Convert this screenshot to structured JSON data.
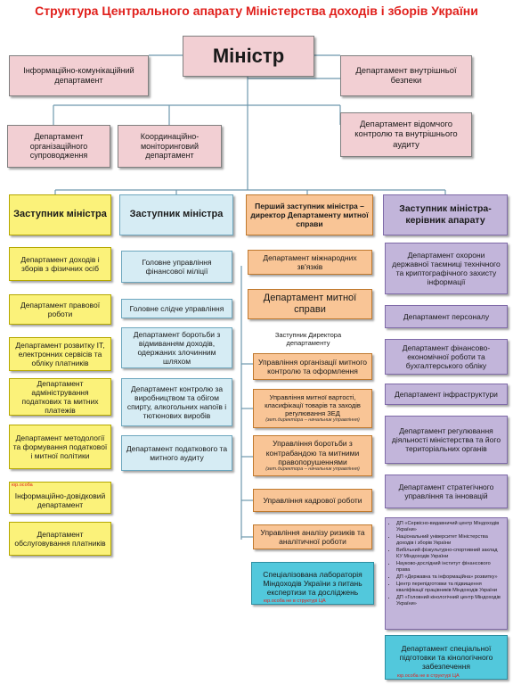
{
  "title": "Структура Центрального апарату Міністерства доходів і зборів України",
  "minister": "Міністр",
  "top_left": [
    "Інформаційно-комунікаційний департамент",
    "Департамент організаційного супроводження",
    "Координаційно-моніторинговий департамент"
  ],
  "top_right": [
    "Департамент внутрішньої безпеки",
    "Департамент відомчого контролю та внутрішнього аудиту"
  ],
  "col1": {
    "header": "Заступник міністра",
    "items": [
      "Департамент доходів і зборів з фізичних осіб",
      "Департамент правової роботи",
      "Департамент розвитку ІТ, електронних сервісів та обліку платників",
      "Департамент адміністрування податкових та митних платежів",
      "Департамент методології та формування податкової і митної політики",
      "Інформаційно-довідковий департамент",
      "Департамент обслуговування платників"
    ],
    "note": "юр.особа"
  },
  "col2": {
    "header": "Заступник міністра",
    "items": [
      "Головне управління фінансової міліції",
      "Головне слідче управління",
      "Департамент боротьби з відмиванням доходів, одержаних злочинним шляхом",
      "Департамент контролю за виробництвом та обігом спирту, алкогольних напоїв і тютюнових виробів",
      "Департамент податкового та митного аудиту"
    ]
  },
  "col3": {
    "header": "Перший заступник міністра – директор Департаменту митної справи",
    "items": [
      "Департамент міжнародних зв'язків",
      "Департамент митної справи"
    ],
    "deputy_label": "Заступник Директора департаменту",
    "subitems": [
      {
        "text": "Управління організації митного контролю та оформлення",
        "sub": ""
      },
      {
        "text": "Управління митної вартості, класифікації товарів та заходів регулювання ЗЕД",
        "sub": "(зет.директора – начальник управління)"
      },
      {
        "text": "Управління боротьби з контрабандою та митними правопорушеннями",
        "sub": "(зет.директора – начальник управління)"
      },
      {
        "text": "Управління кадрової роботи",
        "sub": ""
      },
      {
        "text": "Управління аналізу ризиків та аналітичної роботи",
        "sub": ""
      }
    ],
    "lab": "Спеціалізована лабораторія Міндоходів України з питань експертизи та досліджень",
    "lab_note": "юр.особа не в структурі ЦА"
  },
  "col4": {
    "header": "Заступник міністра-керівник апарату",
    "items": [
      "Департамент охорони державної таємниці технічного та криптографічного захисту інформації",
      "Департамент персоналу",
      "Департамент фінансово-економічної роботи та бухгалтерського обліку",
      "Департамент інфраструктури",
      "Департамент регулювання діяльності міністерства та його територіальних органів",
      "Департамент стратегічного управління та інновацій"
    ],
    "list": [
      "ДП «Сервісно-видавничий центр Міндоходів України»",
      "Національний університет Міністерства доходів і зборів України",
      "Вибільний фізкультурно-спортивний заклад КУ Міндоходів України",
      "Науково-дослідний інститут фінансового права",
      "ДП «Державна та інформаційна» розвитку»",
      "Центр перепідготовки та підвищення кваліфікації працівників Міндоходів України",
      "ДП «Головний кінологічний центр Міндоходів України»"
    ],
    "last": "Департамент спеціальної підготовки та кінологічного забезпечення",
    "last_note": "юр.особа не в структурі ЦА"
  }
}
